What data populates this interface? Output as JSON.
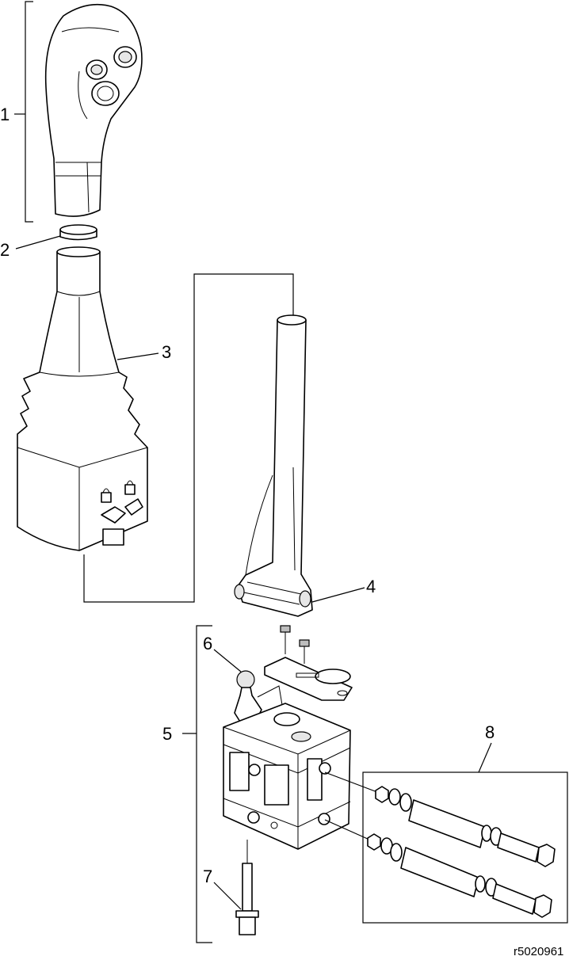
{
  "figure_id": "r5020961",
  "callouts": {
    "c1": "1",
    "c2": "2",
    "c3": "3",
    "c4": "4",
    "c5": "5",
    "c6": "6",
    "c7": "7",
    "c8": "8"
  }
}
